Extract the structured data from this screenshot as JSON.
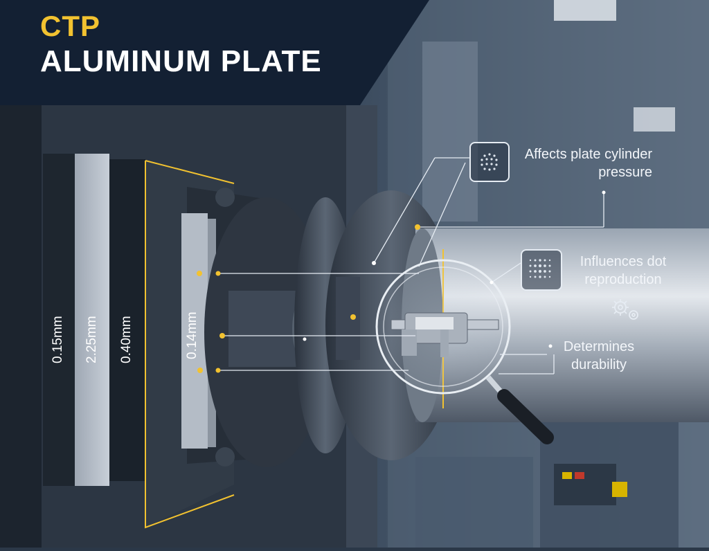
{
  "header": {
    "title_line1": "CTP",
    "title_line2": "ALUMINUM PLATE"
  },
  "thickness_labels": [
    "0.15mm",
    "2.25mm",
    "0.40mm",
    "0.14mm"
  ],
  "callouts": {
    "pressure": [
      "Affects plate cylinder",
      "pressure"
    ],
    "dots": [
      "Influences dot",
      "reproduction"
    ],
    "durability": [
      "Determines",
      "durability"
    ]
  },
  "icons": {
    "pressure": "dot-grid-icon",
    "dots": "halftone-icon",
    "settings": "gears-icon",
    "magnifier": "magnifying-glass-icon",
    "caliper": "caliper-icon"
  },
  "colors": {
    "accent": "#f2c230",
    "header_bg": "#132033",
    "text": "#ffffff"
  }
}
